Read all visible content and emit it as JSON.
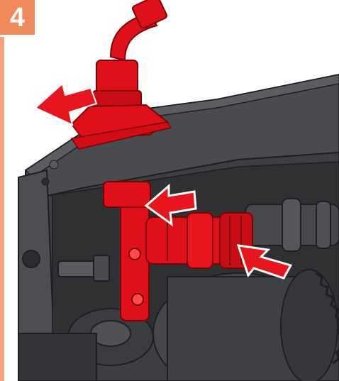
{
  "step": {
    "number": "4"
  },
  "colors": {
    "frame": "#f4a27f",
    "badge": "#f08a5a",
    "background": "#ffffff",
    "machine_dark": "#3a3b3d",
    "machine_mid": "#4c4d50",
    "part_red": "#e0101a",
    "arrow_red": "#e8141e"
  },
  "illustration": {
    "subject": "machine-housing",
    "highlighted_parts": [
      "hose-fitting",
      "locking-bracket",
      "coupling-sleeve"
    ],
    "arrows": [
      {
        "name": "hose-removal-arrow",
        "direction": "left"
      },
      {
        "name": "bracket-arrow",
        "direction": "left"
      },
      {
        "name": "sleeve-arrow",
        "direction": "up-left"
      }
    ]
  }
}
